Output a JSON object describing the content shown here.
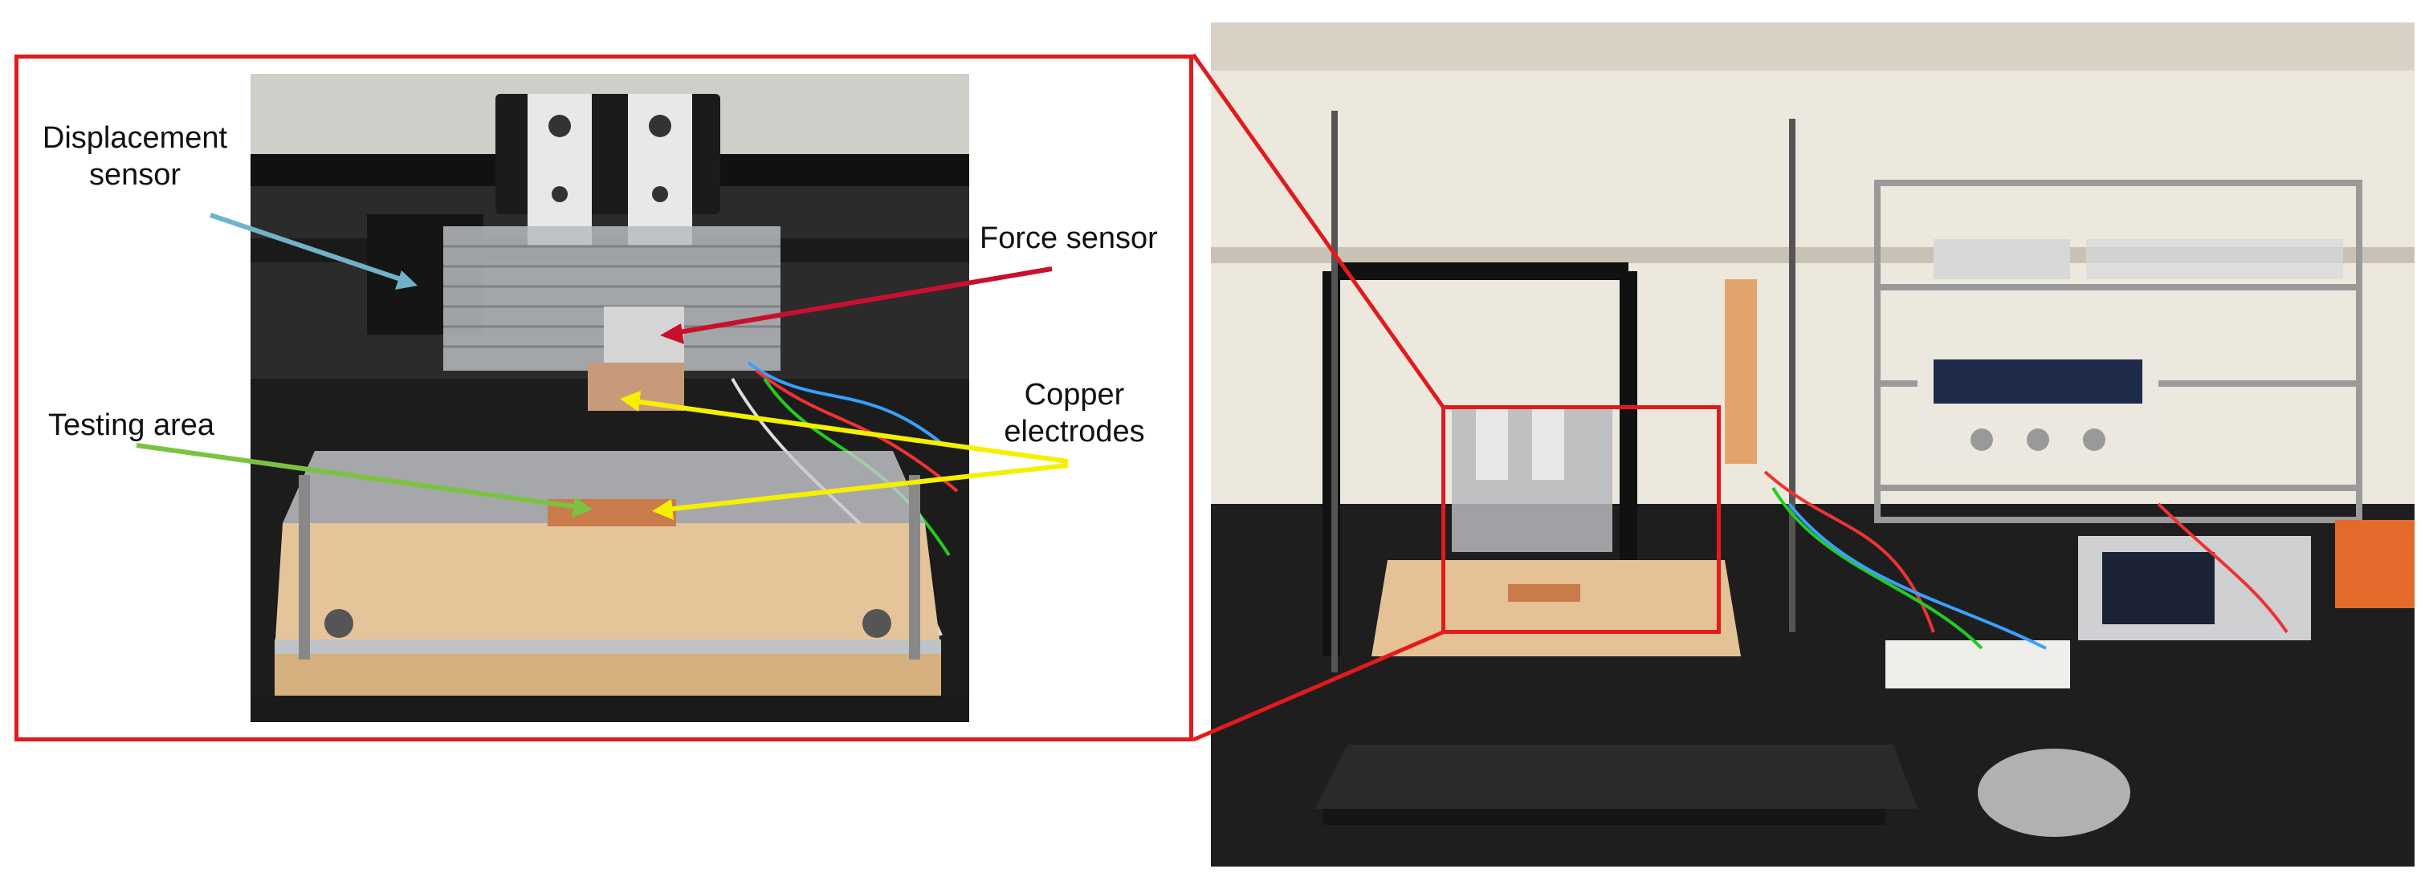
{
  "figure": {
    "labels": {
      "displacement_sensor": "Displacement\nsensor",
      "force_sensor": "Force sensor",
      "copper_electrodes": "Copper\nelectrodes",
      "testing_area": "Testing area"
    },
    "colors": {
      "frame_red": "#e31a1c",
      "arrow_blue": "#6fb3c8",
      "arrow_red": "#c8102e",
      "arrow_yellow": "#f5f000",
      "arrow_green": "#7cc242"
    }
  }
}
